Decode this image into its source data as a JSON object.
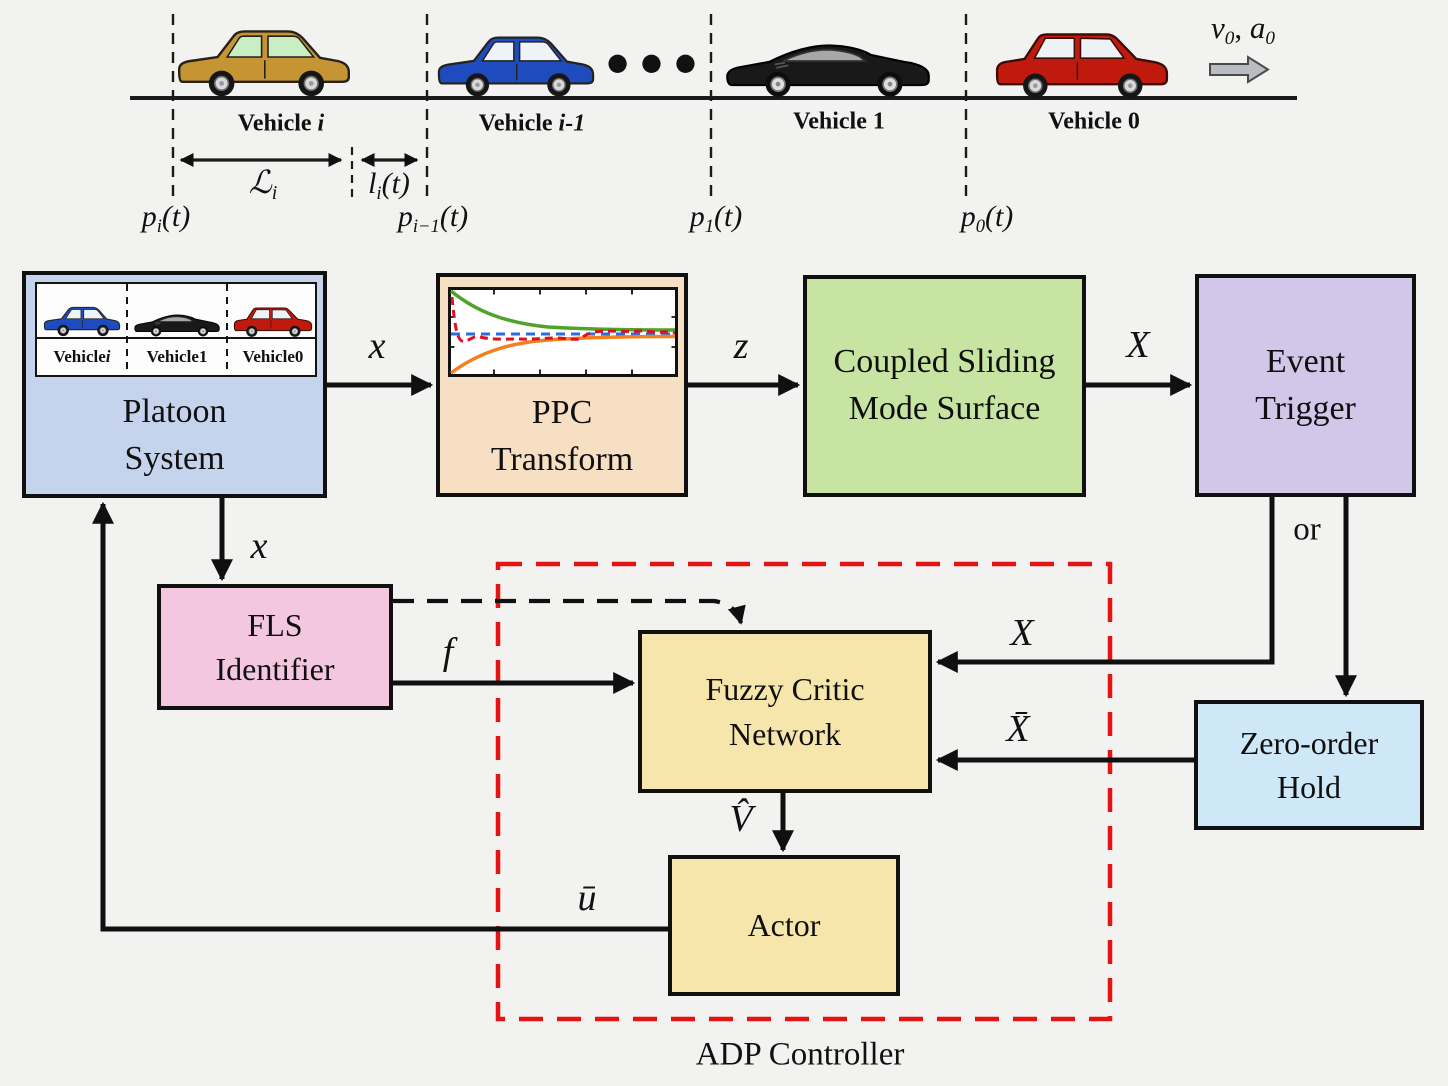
{
  "colors": {
    "background": "#f2f2f1",
    "platoon_fill": "#c5d4ec",
    "ppc_fill": "#f7dfc4",
    "csms_fill": "#c8e4a3",
    "event_fill": "#d2c6e9",
    "fls_fill": "#f4c7e1",
    "critic_fill": "#f7e6ab",
    "zoh_fill": "#cfe8f8",
    "actor_fill": "#f7e6ab",
    "adp_dash_red": "#e41414",
    "line_black": "#101010",
    "gold_car": "#c59433",
    "blue_car": "#1e4bbe",
    "black_car": "#191919",
    "red_car": "#bf1a0d"
  },
  "scene": {
    "vehicles": [
      {
        "name": "Vehicle",
        "index": "i",
        "index_class": "idx italic"
      },
      {
        "name": "Vehicle",
        "index": "i-1",
        "index_class": "idx italic"
      },
      {
        "name": "Vehicle",
        "index": "1",
        "index_class": "idx"
      },
      {
        "name": "Vehicle",
        "index": "0",
        "index_class": "idx"
      }
    ],
    "dots": "●●●",
    "leader": {
      "v": "v",
      "v_sub": "0",
      "sep": ", ",
      "a": "a",
      "a_sub": "0"
    },
    "length": {
      "base": "ℒ",
      "sub": "i"
    },
    "gap": {
      "base": "l",
      "sub": "i",
      "rest": "(t)"
    },
    "positions": [
      {
        "base": "p",
        "sub": "i",
        "rest": "(t)"
      },
      {
        "base": "p",
        "sub": "i−1",
        "rest": "(t)"
      },
      {
        "base": "p",
        "sub": "1",
        "rest": "(t)"
      },
      {
        "base": "p",
        "sub": "0",
        "rest": "(t)"
      }
    ]
  },
  "blocks": {
    "platoon": {
      "title": "Platoon System",
      "vehicles": [
        {
          "name": "Vehicle",
          "index": "i",
          "index_class": "idx italic"
        },
        {
          "name": "Vehicle",
          "index": "1",
          "index_class": "idx"
        },
        {
          "name": "Vehicle",
          "index": "0",
          "index_class": "idx"
        }
      ]
    },
    "ppc": {
      "title": "PPC Transform"
    },
    "csms": {
      "title": "Coupled Sliding Mode Surface"
    },
    "event": {
      "title": "Event Trigger"
    },
    "fls": {
      "title": "FLS Identifier"
    },
    "critic": {
      "title": "Fuzzy Critic Network"
    },
    "zoh": {
      "title": "Zero-order Hold"
    },
    "actor": {
      "title": "Actor"
    },
    "adp_label": "ADP Controller"
  },
  "signals": {
    "x_to_ppc": "x",
    "z": "z",
    "X_to_event": "X",
    "x_to_fls": "x",
    "X_to_critic": "X",
    "Xbar": "X̄",
    "f": "f",
    "Vhat": "V̂",
    "ubar": "ū",
    "or_label": "or"
  }
}
